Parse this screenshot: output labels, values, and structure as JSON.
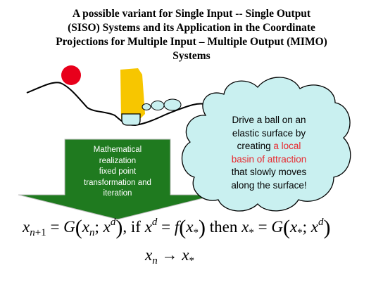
{
  "slide": {
    "title_lines": [
      "A possible variant for Single Input -- Single Output",
      "(SISO) Systems and its Application in the Coordinate",
      "Projections for Multiple Input – Multiple Output (MIMO)",
      "Systems"
    ],
    "arrow_lines": [
      "Mathematical",
      "realization",
      "fixed point",
      "transformation and",
      "iteration"
    ],
    "cloud": {
      "line1": "Drive a ball on an",
      "line2": "elastic surface by",
      "line3_prefix": "creating ",
      "line3_highlight": "a local",
      "line4_highlight": "basin of attraction",
      "line5": "that slowly moves",
      "line6": "along the surface!"
    },
    "equations": {
      "if_word": "if",
      "then_word": "then"
    },
    "colors": {
      "ball": "#e8001b",
      "hand": "#f7c600",
      "arrow": "#1f7a1f",
      "cloud_fill": "#c9f0f0",
      "highlight": "#e8262c"
    }
  }
}
